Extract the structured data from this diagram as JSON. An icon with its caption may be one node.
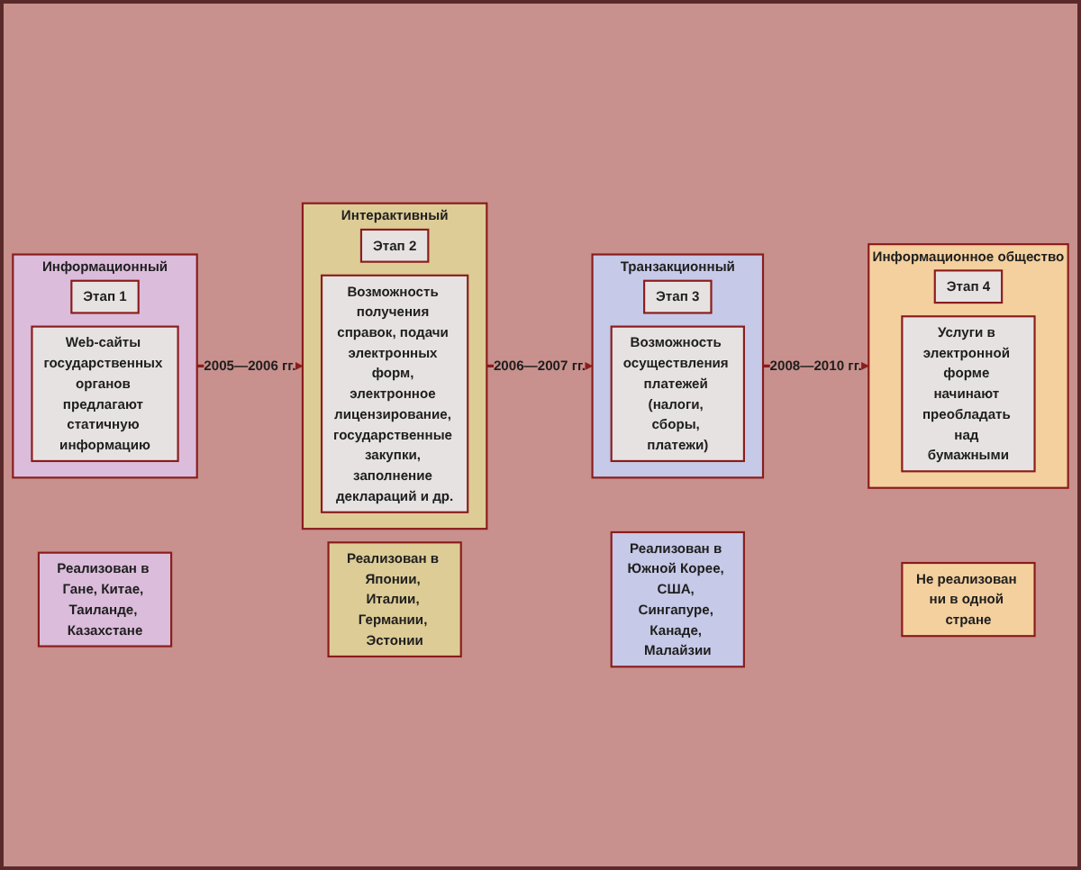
{
  "diagram": {
    "nodes": [
      {
        "text": [
          "Информационный"
        ]
      },
      {
        "text": [
          "Этап 1"
        ],
        "in": 0
      },
      {
        "text": [
          "Web-сайты государственных органов предлагают статичную информацию"
        ],
        "in": 0
      },
      {
        "text": [
          "Реализован в Гане, Китае, Таиланде, Казахстане"
        ]
      },
      {
        "text": [
          "Интерактивный"
        ]
      },
      {
        "text": [
          "Этап 2"
        ],
        "in": 4
      },
      {
        "text": [
          "Возможность получения справок, подачи электронных форм, электронное лицензирование, государственные закупки, заполнение деклараций и др."
        ],
        "in": 4
      },
      {
        "text": [
          "Реализован в Японии, Италии, Германии, Эстонии"
        ]
      },
      {
        "text": [
          "Транзакционный"
        ]
      },
      {
        "text": [
          "Этап 3"
        ],
        "in": 8
      },
      {
        "text": [
          "Возможность осуществления платежей (налоги, сборы, платежи)"
        ],
        "in": 8
      },
      {
        "text": [
          "Реализован в Южной Корее, США, Сингапуре, Канаде, Малайзии"
        ]
      },
      {
        "text": [
          "Информационное общество"
        ]
      },
      {
        "text": [
          "Этап 4"
        ],
        "in": 12
      },
      {
        "text": [
          "Услуги в электронной форме начинают преобладать над бумажными"
        ],
        "in": 12
      },
      {
        "text": [
          "Не реализован ни в одной стране"
        ]
      }
    ],
    "edges": [
      {
        "from": 0,
        "to": 4,
        "arrow": "to",
        "label": "2005—2006 гг."
      },
      {
        "from": 4,
        "to": 8,
        "arrow": "to",
        "label": "2006—2007 гг."
      },
      {
        "from": 8,
        "to": 12,
        "arrow": "to",
        "label": "2008—2010 гг."
      }
    ]
  }
}
